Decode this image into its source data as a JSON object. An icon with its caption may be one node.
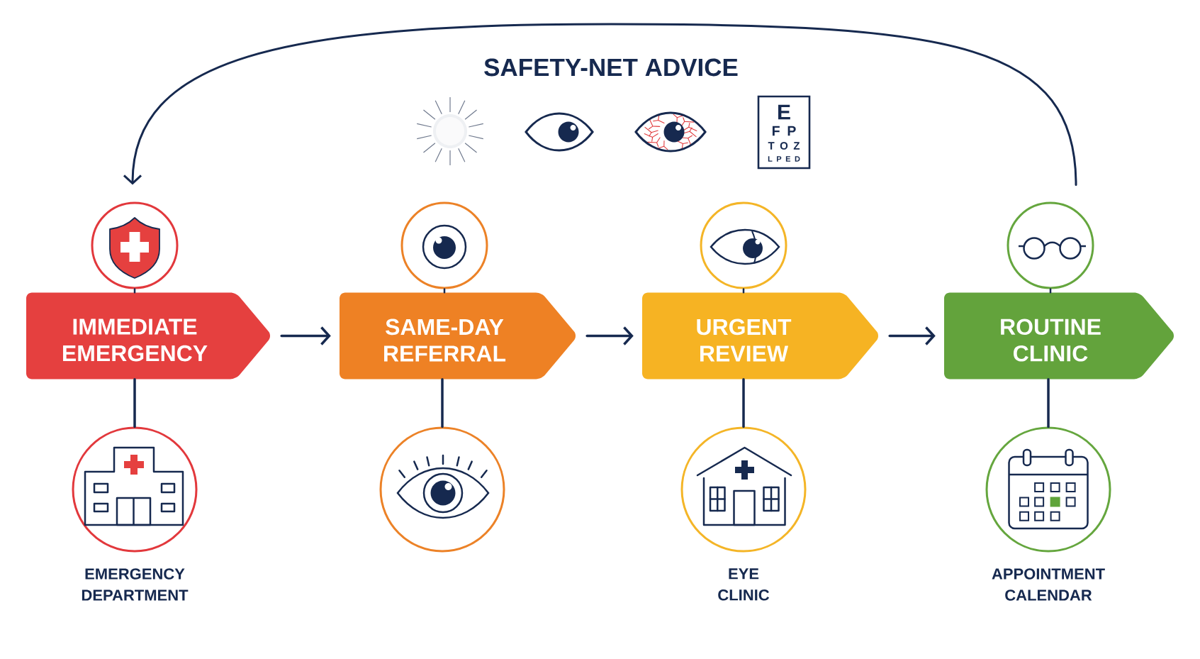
{
  "diagram": {
    "title": "SAFETY-NET ADVICE",
    "nodes": [
      {
        "text": [],
        "shape": "circle"
      },
      {
        "text": [],
        "shape": "circle"
      },
      {
        "text": [],
        "shape": "circle"
      },
      {
        "text": [],
        "shape": "circle"
      },
      {
        "text": [
          "IMMEDIATE EMERGENCY"
        ]
      },
      {
        "text": [
          "SAME-DAY REFERRAL"
        ]
      },
      {
        "text": [
          "URGENT REVIEW"
        ]
      },
      {
        "text": [
          "ROUTINE CLINIC"
        ]
      },
      {
        "text": [],
        "shape": "circle",
        "beside": [
          "EMERGENCY DEPARTMENT"
        ]
      },
      {
        "text": [],
        "shape": "circle"
      },
      {
        "text": [],
        "shape": "circle",
        "beside": [
          "EYE CLINIC"
        ]
      },
      {
        "text": [],
        "shape": "circle",
        "beside": [
          "APPOINTMENT CALENDAR"
        ]
      }
    ],
    "edges": [
      {
        "from": 4,
        "to": 5,
        "arrow": "to"
      },
      {
        "from": 5,
        "to": 6,
        "arrow": "to"
      },
      {
        "from": 6,
        "to": 7,
        "arrow": "to"
      },
      {
        "from": 3,
        "to": 0,
        "arrow": "to"
      },
      {
        "from": 0,
        "to": 4,
        "arrow": "none"
      },
      {
        "from": 1,
        "to": 5,
        "arrow": "none"
      },
      {
        "from": 2,
        "to": 6,
        "arrow": "none"
      },
      {
        "from": 3,
        "to": 7,
        "arrow": "none"
      },
      {
        "from": 4,
        "to": 8,
        "arrow": "none"
      },
      {
        "from": 5,
        "to": 9,
        "arrow": "none"
      },
      {
        "from": 6,
        "to": 10,
        "arrow": "none"
      },
      {
        "from": 7,
        "to": 11,
        "arrow": "none"
      }
    ],
    "labels": [
      "E",
      "F P",
      "T O Z",
      "L P E D"
    ]
  }
}
